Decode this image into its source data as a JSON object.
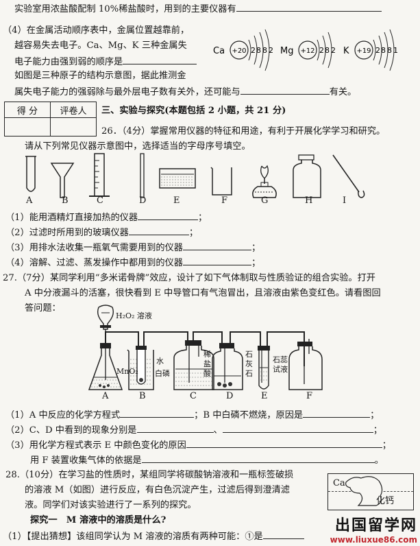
{
  "lines": {
    "l1": "实验室用浓盐酸配制 10%稀盐酸时，用到的主要仪器有",
    "l2": "（4）在金属活动顺序表中，金属位置越靠前，",
    "l3": "越容易失去电子。Ca、Mg、K 三种金属失",
    "l4": "电子能力由强到弱的顺序是",
    "l5": "如图是三种原子的结构示意图，据此推测金",
    "l6": "属失电子能力的强弱除与最外层电子数有关外，还可能与",
    "l6_end": "有关。"
  },
  "atoms": [
    {
      "symbol": "Ca",
      "nucleus": "+20",
      "shells": [
        "2",
        "8",
        "8",
        "2"
      ]
    },
    {
      "symbol": "Mg",
      "nucleus": "+12",
      "shells": [
        "2",
        "8",
        "2"
      ]
    },
    {
      "symbol": "K",
      "nucleus": "+19",
      "shells": [
        "2",
        "8",
        "8",
        "1"
      ]
    }
  ],
  "score_table": {
    "col1": "得 分",
    "col2": "评卷人"
  },
  "section3": "三、实验与探究(本题包括 2 小题，共 21 分)",
  "q26": {
    "title": "26．（4分）掌握常用仪器的特征和用途，有利于开展化学学习和研究。",
    "intro": "请从下列常见仪器示意图中，选择适当的字母序号填空。",
    "labels": [
      "A",
      "B",
      "C",
      "D",
      "E",
      "F",
      "G",
      "H",
      "I"
    ],
    "items": [
      "（1）能用酒精灯直接加热的仪器",
      "（2）过滤时所用到的玻璃仪器",
      "（3）用排水法收集一瓶氧气需要用到的仪器",
      "（4）溶解、过滤、蒸发操作中都用到的仪器"
    ],
    "semi": "；"
  },
  "q27": {
    "title": "27.（7分）某同学利用“多米诺骨牌”效应，设计了如下气体制取与性质验证的组合实验。打开",
    "line2": "A 中分液漏斗的活塞，很快看到 E 中导管口有气泡冒出，且溶液由紫色变红色。请看图回",
    "line3": "答问题：",
    "apparatus": {
      "h2o2": "H₂O₂ 溶液",
      "mno2": "MnO₂",
      "water": "水",
      "white_p": "白磷",
      "dilute": [
        "稀",
        "盐",
        "酸"
      ],
      "lime": [
        "石",
        "灰",
        "石"
      ],
      "litmus": [
        "石蕊",
        "试液"
      ],
      "letters": [
        "A",
        "B",
        "C",
        "D",
        "E",
        "F"
      ]
    },
    "q1a": "（1）A 中反应的化学方程式",
    "q1b": "；B 中白磷不燃烧，原因是",
    "q2": "（2）C、D 中看到的现象分别是",
    "q3": "（3）用化学方程式表示 E 中颜色变化的原因",
    "q3b": "用 F 装置收集气体的依据是",
    "comma": "、",
    "semi": "；",
    "period": "。"
  },
  "q28": {
    "l1": "28.（10分）在学习盐的性质时，某组同学将碳酸钠溶液和一瓶标签破损",
    "l2": "的溶液 M（如图）进行反应，有白色沉淀产生，过滤后得到澄清滤",
    "l3": "液。同学们对该实验进行了一系列的探究。",
    "l4": "探究一　M 溶液中的溶质是什么?",
    "l5": "（1）【提出猜想】该组同学认为 M 溶液的溶质有两种可能：①是",
    "label_ca": "Ca",
    "label_chem": "化钙"
  },
  "watermark": {
    "cn": "出国留学网",
    "url": "www.liuxue86.com"
  }
}
